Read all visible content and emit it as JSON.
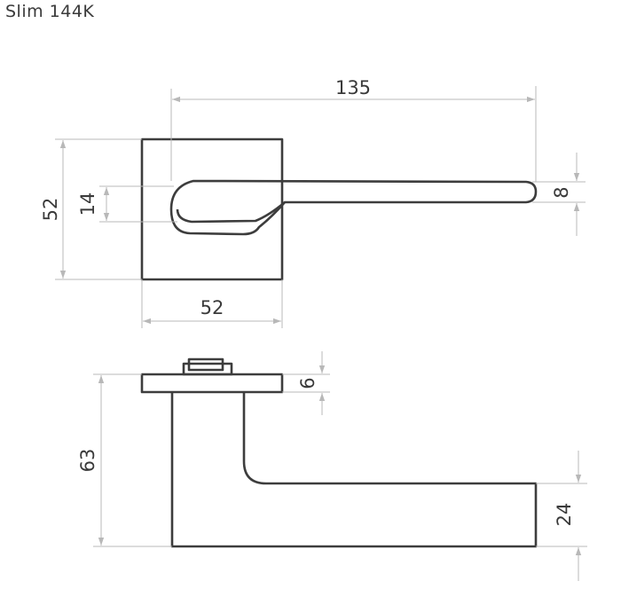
{
  "title": "Slim 144K",
  "dimensions": {
    "lever_length": "135",
    "rose_height": "52",
    "rose_width": "52",
    "grip_height": "14",
    "lever_thickness": "8",
    "rose_thickness": "6",
    "projection": "63",
    "lever_height": "24"
  }
}
